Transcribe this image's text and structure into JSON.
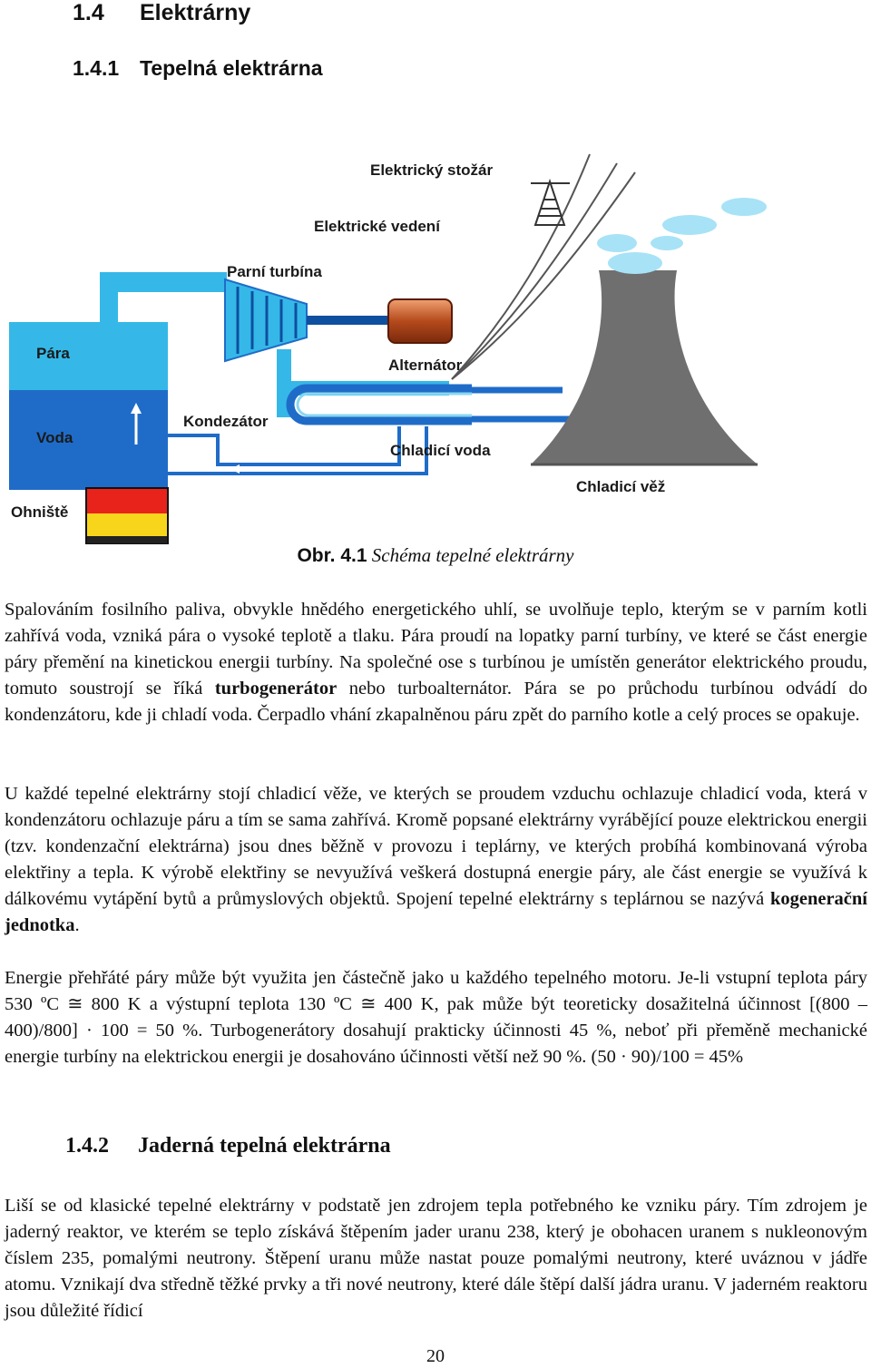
{
  "heading1": {
    "num": "1.4",
    "title": "Elektrárny"
  },
  "heading2": {
    "num": "1.4.1",
    "title": "Tepelná elektrárna"
  },
  "figure": {
    "labels": {
      "stozar": "Elektrický stožár",
      "vedeni": "Elektrické vedení",
      "turbina": "Parní turbína",
      "para": "Pára",
      "alternator": "Alternátor",
      "voda": "Voda",
      "kondenzator": "Kondezátor",
      "chladici_voda": "Chladicí voda",
      "chladici_vez": "Chladicí věž",
      "ohniste": "Ohniště"
    },
    "colors": {
      "blue": "#1f6cc8",
      "cyan": "#35b8e8",
      "red": "#e8231c",
      "yellow": "#f7d51b",
      "tower": "#6f6f6f"
    }
  },
  "caption": {
    "num": "Obr. 4.1",
    "text": "Schéma tepelné elektrárny"
  },
  "para1": {
    "p1": "Spalováním fosilního paliva, obvykle hnědého energetického uhlí, se uvolňuje teplo, kterým se v parním kotli zahřívá voda, vzniká pára o vysoké teplotě a tlaku. Pára proudí na lopatky parní turbíny, ve které se část energie páry přemění na kinetickou energii turbíny. Na společné ose s turbínou je umístěn generátor elektrického proudu, tomuto soustrojí se říká ",
    "b1": "turbogenerátor",
    "p2": " nebo turboalternátor. Pára se po průchodu turbínou odvádí do kondenzátoru, kde ji chladí voda. Čerpadlo vhání zkapalněnou páru zpět do parního kotle a celý proces se opakuje."
  },
  "para2": {
    "p1": "U každé tepelné elektrárny stojí chladicí věže, ve kterých se proudem vzduchu ochlazuje chladicí voda, která v kondenzátoru ochlazuje páru a tím se sama zahřívá. Kromě popsané elektrárny vyrábějící pouze elektrickou energii (tzv. kondenzační elektrárna) jsou dnes běžně v provozu i teplárny, ve kterých probíhá kombinovaná výroba elektřiny a tepla. K výrobě elektřiny se nevyužívá veškerá dostupná energie páry, ale část energie se využívá k dálkovému vytápění bytů a průmyslových objektů. Spojení tepelné elektrárny s teplárnou se nazývá ",
    "b1": "kogenerační jednotka",
    "p2": "."
  },
  "para3": {
    "p1": "Energie přehřáté páry může být využita jen částečně jako u každého tepelného motoru. Je-li vstupní teplota páry 530 ºC  ≅  800 K a výstupní teplota 130 ºC  ≅  400 K, pak může být teoreticky dosažitelná účinnost [(800 – 400)/800] · 100  = 50 %. Turbogenerátory dosahují prakticky účinnosti 45 %, neboť při přeměně mechanické energie turbíny na elektrickou energii je dosahováno účinnosti větší než 90 %.",
    "formula": "(50 · 90)/100  =  45%"
  },
  "heading3": {
    "num": "1.4.2",
    "title": "Jaderná tepelná elektrárna"
  },
  "para4": {
    "p1": "Liší se od klasické tepelné elektrárny v podstatě jen zdrojem tepla potřebného ke vzniku páry. Tím zdrojem je jaderný reaktor, ve kterém se teplo získává štěpením jader uranu 238, který je obohacen uranem s nukleonovým číslem 235, pomalými neutrony. Štěpení uranu může nastat pouze pomalými neutrony, které uváznou v jádře atomu. Vznikají dva středně těžké prvky a tři nové neutrony, které dále štěpí další jádra uranu. V jaderném reaktoru jsou důležité řídicí"
  },
  "page_number": "20"
}
